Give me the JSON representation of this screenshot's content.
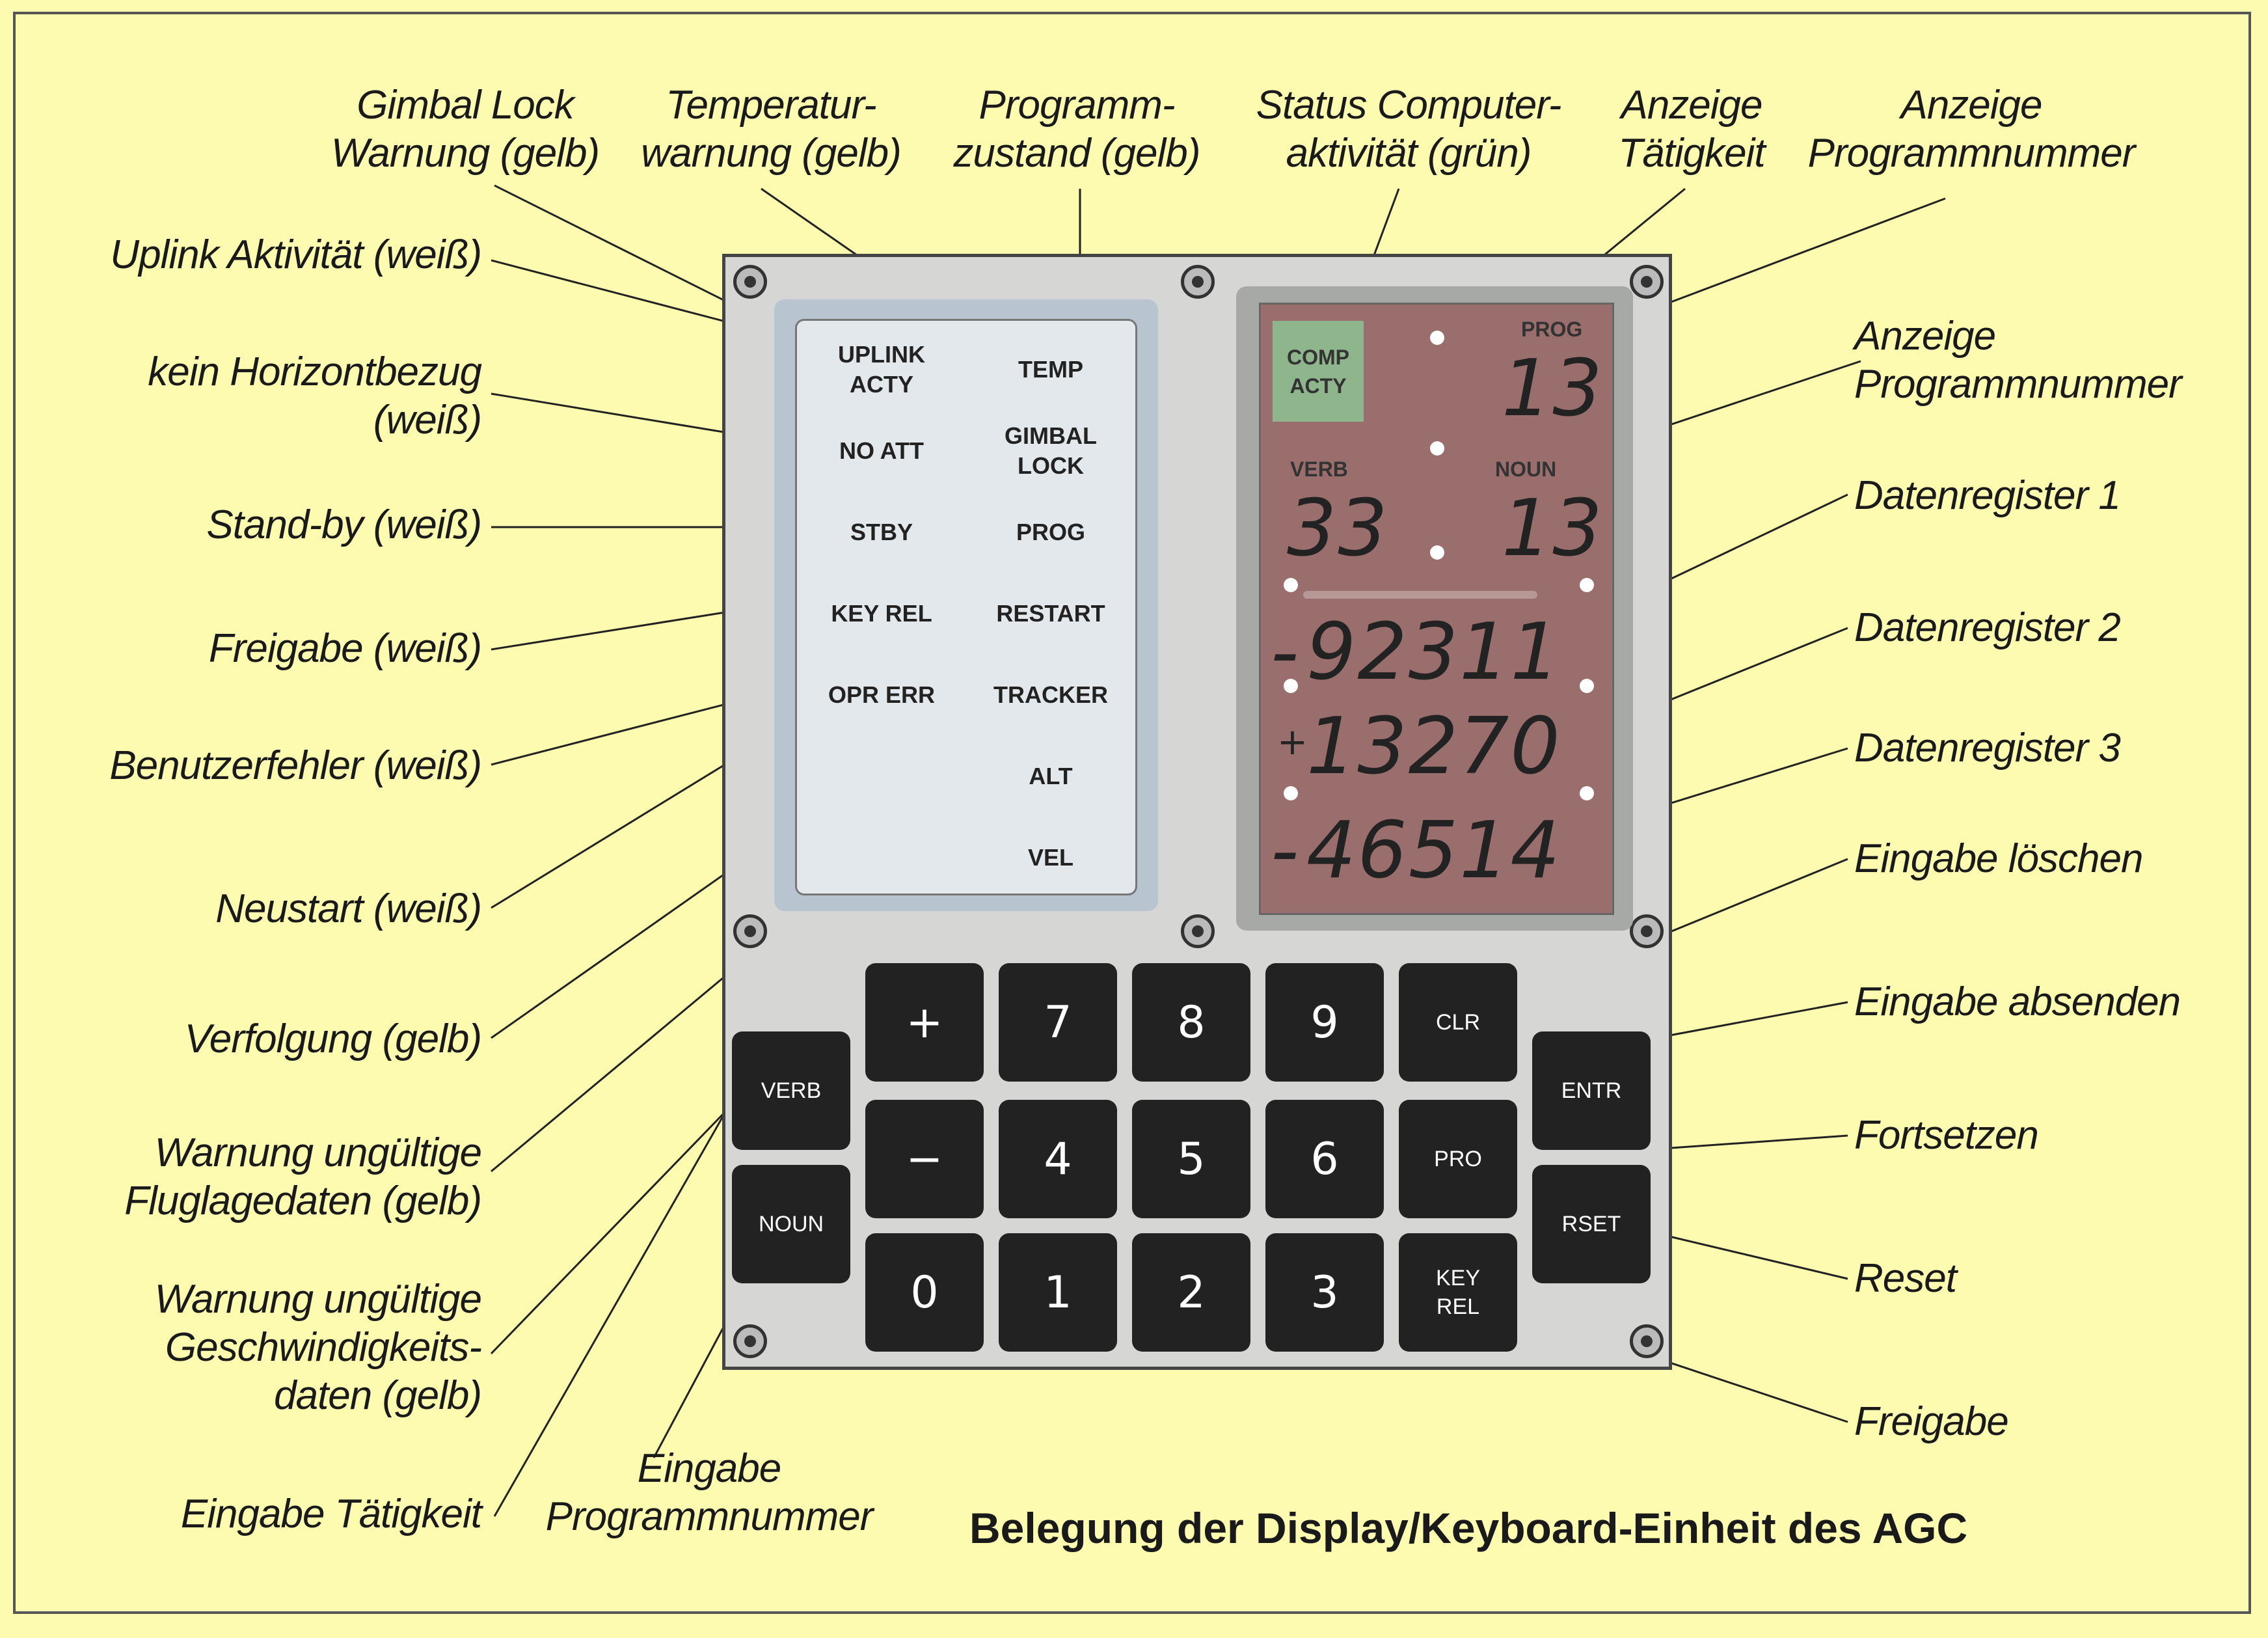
{
  "title": "Belegung der Display/Keyboard-Einheit des AGC",
  "labels": {
    "gimbal": "Gimbal Lock\nWarnung (gelb)",
    "temp": "Temperatur-\nwarnung (gelb)",
    "prog_state": "Programm-\nzustand (gelb)",
    "status": "Status Computer-\naktivität (grün)",
    "verb_disp": "Anzeige\nTätigkeit",
    "prog_num_top": "Anzeige\nProgrammnummer",
    "uplink": "Uplink Aktivität (weiß)",
    "no_att": "kein Horizontbezug\n(weiß)",
    "stby": "Stand-by (weiß)",
    "key_rel": "Freigabe (weiß)",
    "opr_err": "Benutzerfehler (weiß)",
    "restart": "Neustart (weiß)",
    "tracker": "Verfolgung (gelb)",
    "alt": "Warnung ungültige\nFluglagedaten (gelb)",
    "vel": "Warnung ungültige\nGeschwindigkeits-\ndaten (gelb)",
    "verb_in": "Eingabe Tätigkeit",
    "noun_in": "Eingabe\nProgrammnummer",
    "noun_disp": "Anzeige\nProgrammnummer",
    "reg1": "Datenregister 1",
    "reg2": "Datenregister 2",
    "reg3": "Datenregister 3",
    "clr": "Eingabe löschen",
    "entr": "Eingabe absenden",
    "pro": "Fortsetzen",
    "rset": "Reset",
    "keyrel": "Freigabe"
  },
  "lamps": {
    "uplink": "UPLINK\nACTY",
    "temp": "TEMP",
    "no_att": "NO ATT",
    "gimbal": "GIMBAL\nLOCK",
    "stby": "STBY",
    "prog": "PROG",
    "key_rel": "KEY REL",
    "restart": "RESTART",
    "opr_err": "OPR ERR",
    "tracker": "TRACKER",
    "alt": "ALT",
    "vel": "VEL"
  },
  "display": {
    "comp_acty": "COMP\nACTY",
    "prog_label": "PROG",
    "verb_label": "VERB",
    "noun_label": "NOUN",
    "prog": "13",
    "verb": "33",
    "noun": "13",
    "r1_sign": "-",
    "r1": "92311",
    "r2_sign": "+",
    "r2": "13270",
    "r3_sign": "-",
    "r3": "46514"
  },
  "keys": {
    "plus": "+",
    "minus": "−",
    "k0": "0",
    "k1": "1",
    "k2": "2",
    "k3": "3",
    "k4": "4",
    "k5": "5",
    "k6": "6",
    "k7": "7",
    "k8": "8",
    "k9": "9",
    "verb": "VERB",
    "noun": "NOUN",
    "clr": "CLR",
    "pro": "PRO",
    "keyrel": "KEY\nREL",
    "entr": "ENTR",
    "rset": "RSET"
  },
  "colors": {
    "background": "#fdfbb0",
    "comp_acty": "#8fb58c",
    "display": "#9a6e6c",
    "key": "#222222"
  }
}
